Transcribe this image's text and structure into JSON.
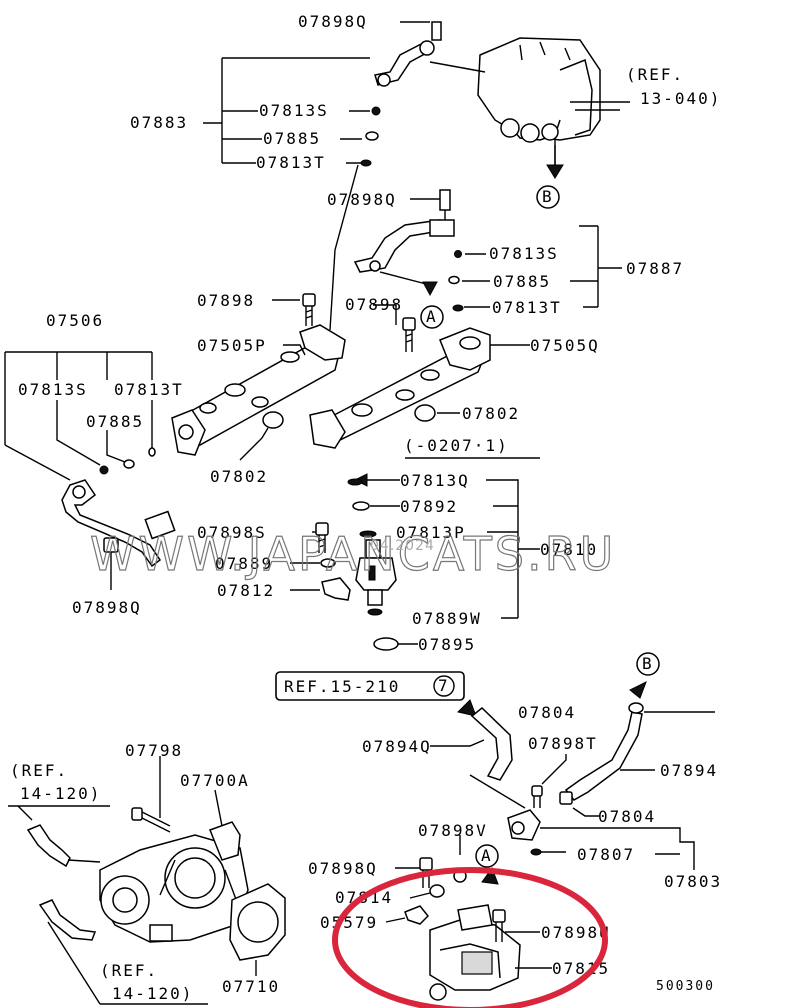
{
  "watermark": "WWW.JAPANCATS.RU",
  "watermark_small": "04.2024",
  "diagram_code": "500300",
  "callouts": {
    "a": "A",
    "b": "B",
    "ref_num": "7"
  },
  "refs": {
    "r13_040_a": "(REF.",
    "r13_040_b": "13-040)",
    "r15_210": "REF.15-210",
    "r14_120_a1": "(REF.",
    "r14_120_a2": "14-120)",
    "r14_120_b1": "(REF.",
    "r14_120_b2": "14-120)",
    "r0207": "(-0207·1)"
  },
  "labels": {
    "p07898Q_a": "07898Q",
    "p07883": "07883",
    "p07813S_a": "07813S",
    "p07885_a": "07885",
    "p07813T_a": "07813T",
    "p07898Q_b": "07898Q",
    "p07813S_b": "07813S",
    "p07885_b": "07885",
    "p07887": "07887",
    "p07813T_b": "07813T",
    "p07898_a": "07898",
    "p07898_b": "07898",
    "p07506": "07506",
    "p07505P": "07505P",
    "p07505Q": "07505Q",
    "p07813S_c": "07813S",
    "p07813T_c": "07813T",
    "p07885_c": "07885",
    "p07802_a": "07802",
    "p07802_b": "07802",
    "p07813Q": "07813Q",
    "p07892": "07892",
    "p07898S": "07898S",
    "p07813P": "07813P",
    "p07810": "07810",
    "p07889": "07889",
    "p07812": "07812",
    "p07889W": "07889W",
    "p07895": "07895",
    "p07898Q_c": "07898Q",
    "p07804_a": "07804",
    "p07894Q": "07894Q",
    "p07898T": "07898T",
    "p07894": "07894",
    "p07798": "07798",
    "p07700A": "07700A",
    "p07804_b": "07804",
    "p07898V": "07898V",
    "p07807": "07807",
    "p07898Q_d": "07898Q",
    "p07803": "07803",
    "p07814": "07814",
    "p05579": "05579",
    "p07898U": "07898U",
    "p07815": "07815",
    "p07710": "07710"
  }
}
